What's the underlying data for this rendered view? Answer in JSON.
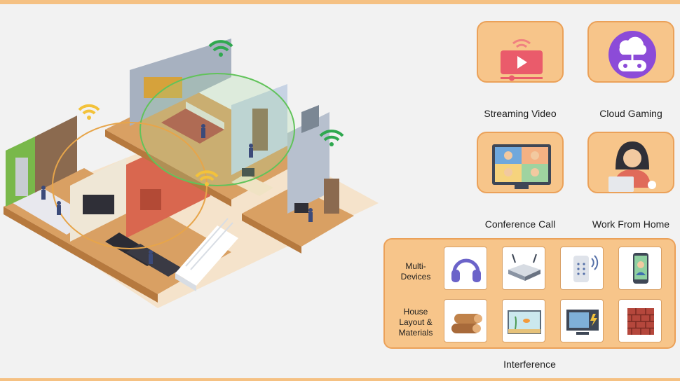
{
  "apps": [
    {
      "label": "Streaming Video",
      "icon": "streaming-video-icon"
    },
    {
      "label": "Cloud Gaming",
      "icon": "cloud-gaming-icon"
    },
    {
      "label": "Conference Call",
      "icon": "conference-call-icon"
    },
    {
      "label": "Work From Home",
      "icon": "work-from-home-icon"
    }
  ],
  "interference": {
    "caption": "Interference",
    "rows": [
      {
        "label_lines": [
          "Multi-",
          "Devices"
        ],
        "icons": [
          "headphones-icon",
          "router-icon",
          "smart-speaker-icon",
          "smartphone-icon"
        ]
      },
      {
        "label_lines": [
          "House",
          "Layout &",
          "Materials"
        ],
        "icons": [
          "wood-logs-icon",
          "aquarium-icon",
          "microwave-icon",
          "brick-wall-icon"
        ]
      }
    ]
  },
  "colors": {
    "tile_fill": "#f7c58a",
    "tile_border": "#eba159",
    "wifi_green": "#2fa84f",
    "wifi_yellow": "#f3c23a",
    "background": "#f2f2f2"
  }
}
